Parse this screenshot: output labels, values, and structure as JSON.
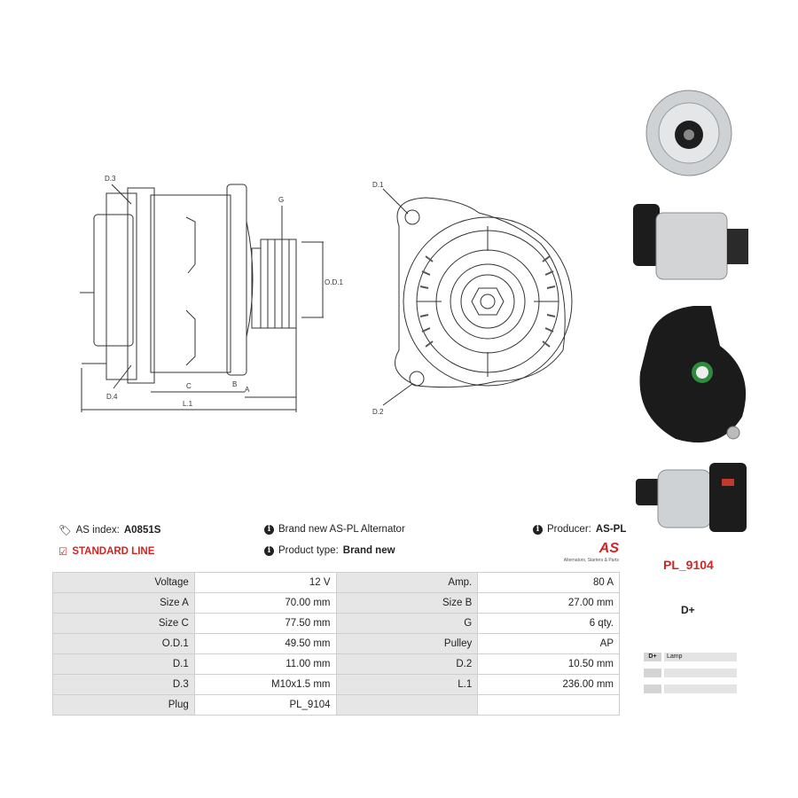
{
  "drawing_labels": {
    "d3": "D.3",
    "d4": "D.4",
    "g": "G",
    "od1": "O.D.1",
    "c": "C",
    "b": "B",
    "a": "A",
    "l1": "L.1",
    "d1": "D.1",
    "d2": "D.2"
  },
  "info": {
    "as_index_label": "AS index:",
    "as_index_value": "A0851S",
    "standard_line": "STANDARD LINE",
    "brand_new_text": "Brand new AS-PL Alternator",
    "product_type_label": "Product type:",
    "product_type_value": "Brand new",
    "producer_label": "Producer:",
    "producer_value": "AS-PL"
  },
  "logo": {
    "text": "AS",
    "tagline": "Alternators, Starters & Parts"
  },
  "specs": [
    {
      "k1": "Voltage",
      "v1": "12 V",
      "k2": "Amp.",
      "v2": "80 A"
    },
    {
      "k1": "Size A",
      "v1": "70.00 mm",
      "k2": "Size B",
      "v2": "27.00 mm"
    },
    {
      "k1": "Size C",
      "v1": "77.50 mm",
      "k2": "G",
      "v2": "6 qty."
    },
    {
      "k1": "O.D.1",
      "v1": "49.50 mm",
      "k2": "Pulley",
      "v2": "AP"
    },
    {
      "k1": "D.1",
      "v1": "11.00 mm",
      "k2": "D.2",
      "v2": "10.50 mm"
    },
    {
      "k1": "D.3",
      "v1": "M10x1.5 mm",
      "k2": "L.1",
      "v2": "236.00 mm"
    },
    {
      "k1": "Plug",
      "v1": "PL_9104",
      "k2": "",
      "v2": ""
    }
  ],
  "plug": {
    "code": "PL_9104",
    "title": "D+",
    "pins": [
      {
        "pin": "D+",
        "function": "Lamp"
      },
      {
        "pin": "",
        "function": ""
      },
      {
        "pin": "",
        "function": ""
      }
    ]
  }
}
